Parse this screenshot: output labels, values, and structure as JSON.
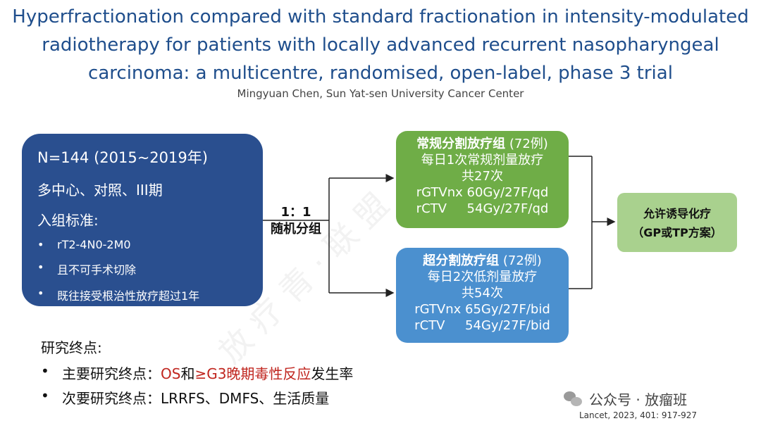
{
  "title": {
    "line1": "Hyperfractionation compared with standard fractionation in intensity-modulated",
    "line2": "radiotherapy for patients with locally advanced recurrent nasopharyngeal",
    "line3": "carcinoma: a multicentre, randomised, open-label, phase 3 trial"
  },
  "author": "Mingyuan Chen, Sun Yat-sen University Cancer Center",
  "population": {
    "n": "N=144 (2015~2019年)",
    "design": "多中心、对照、III期",
    "criteria_label": "入组标准:",
    "criteria": [
      "rT2-4N0-2M0",
      "且不可手术切除",
      "既往接受根治性放疗超过1年"
    ]
  },
  "randomization": {
    "ratio": "1：1",
    "label": "随机分组"
  },
  "group_standard": {
    "name": "常规分割放疗组",
    "count": " (72例)",
    "line2": "每日1次常规剂量放疗",
    "line3": "共27次",
    "line4": "rGTVnx 60Gy/27F/qd",
    "line5": "rCTV     54Gy/27F/qd"
  },
  "group_hyper": {
    "name": "超分割放疗组",
    "count": " (72例)",
    "line2": "每日2次低剂量放疗",
    "line3": "共54次",
    "line4": "rGTVnx 65Gy/27F/bid",
    "line5": "rCTV     54Gy/27F/bid"
  },
  "induction": {
    "line1": "允许诱导化疗",
    "line2": "（GP或TP方案）"
  },
  "endpoints": {
    "heading": "研究终点:",
    "primary_prefix": "主要研究终点：",
    "primary_os": "OS",
    "primary_and": "和",
    "primary_tox": "≥G3晚期毒性反应",
    "primary_suffix": "发生率",
    "secondary": "次要研究终点：LRRFS、DMFS、生活质量"
  },
  "wechat_label": "公众号 · 放瘤班",
  "citation": "Lancet, 2023, 401: 917-927",
  "colors": {
    "title": "#1f4e8c",
    "population_box": "#2a4f8f",
    "standard_box": "#6fad47",
    "hyper_box": "#4b90cf",
    "induction_box": "#a9d18e",
    "highlight": "#c0261f"
  }
}
